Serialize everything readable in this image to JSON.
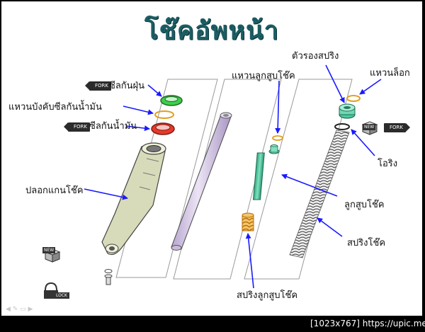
{
  "diagram": {
    "title": "โช๊คอัพหน้า",
    "labels": {
      "dust_seal": "ซีลกันฝุ่น",
      "seal_retainer_ring": "แหวนบังคับซีลกันน้ำมัน",
      "oil_seal": "ซีลกันน้ำมัน",
      "fork_sleeve": "ปลอกแกนโช๊ค",
      "piston_ring": "แหวนลูกสูบโช๊ค",
      "spring_seat": "ตัวรองสปริง",
      "lock_ring": "แหวนล็อก",
      "o_ring": "โอริง",
      "fork_piston": "ลูกสูบโช๊ค",
      "fork_spring": "สปริงโช๊ค",
      "piston_spring": "สปริงลูกสูบโช๊ค"
    },
    "badges": {
      "fork_1": "FORK",
      "fork_2": "FORK",
      "fork_3": "FORK",
      "new_1": "NEW",
      "new_2": "NEW",
      "lock": "LOCK"
    }
  },
  "footer": {
    "watermark": "[1023x767] https://upic.me/"
  },
  "colors": {
    "title": "#1b5e64",
    "arrow": "#1a1aff",
    "dust_seal": "#3ecf4a",
    "oil_seal": "#e8392b",
    "ring": "#e0a020",
    "sleeve": "#d6d9b8",
    "tube": "#d9cbe8",
    "piston": "#4cc9a0",
    "spring_small": "#f0a030",
    "spring": "#8a8a8a"
  }
}
